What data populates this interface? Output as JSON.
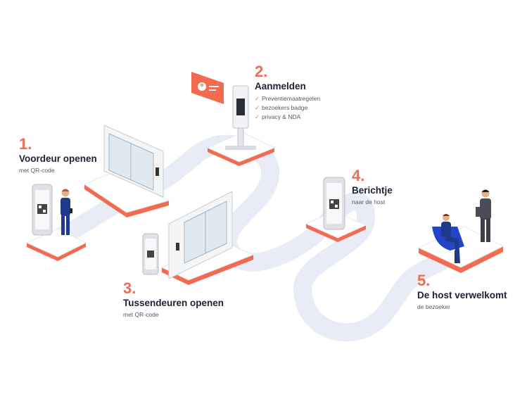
{
  "colors": {
    "accent": "#f26a4f",
    "path": "#e9ebf6",
    "text": "#1c2233",
    "muted": "#555b66",
    "suit": "#1f3a8a",
    "chair": "#2446c6"
  },
  "icons": {
    "check": "✓",
    "check_name": "check-icon"
  },
  "steps": [
    {
      "number": "1.",
      "title": "Voordeur openen",
      "subtitle": "met QR-code"
    },
    {
      "number": "2.",
      "title": "Aanmelden",
      "checklist": [
        "Preventiemaatregelen",
        "bezoekers badge",
        "privacy & NDA"
      ]
    },
    {
      "number": "3.",
      "title": "Tussendeuren openen",
      "subtitle": "met QR-code"
    },
    {
      "number": "4.",
      "title": "Berichtje",
      "subtitle": "naar de host"
    },
    {
      "number": "5.",
      "title": "De host verwelkomt",
      "subtitle": "de bezoeker"
    }
  ]
}
